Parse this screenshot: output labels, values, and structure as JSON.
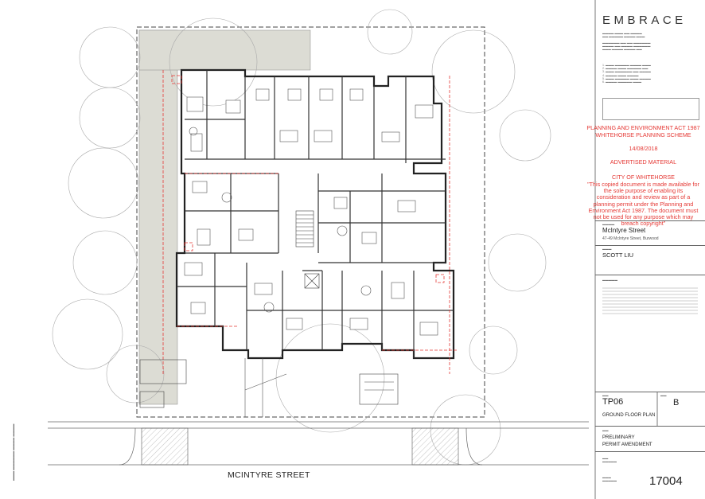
{
  "logo": "EMBRACE",
  "street_label": "MCINTYRE STREET",
  "notice": {
    "act": "PLANNING AND ENVIRONMENT ACT 1987",
    "scheme": "WHITEHORSE PLANNING SCHEME",
    "date": "14/08/2018",
    "advertised": "ADVERTISED MATERIAL",
    "city": "CITY OF WHITEHORSE",
    "statement": "\"This copied document is made available for the sole purpose of enabling its consideration and review as part of a planning permit under the Planning and Environment Act 1987. The document must not be used for any purpose which may breach copyright\""
  },
  "project": {
    "name": "McIntyre Street",
    "address": "47-49 McIntyre Street, Burwood",
    "client": "SCOTT LIU"
  },
  "drawing": {
    "number": "TP06",
    "revision": "B",
    "title": "GROUND FLOOR PLAN",
    "status_line1": "PRELIMINARY",
    "status_line2": "PERMIT AMENDMENT",
    "job_number": "17004"
  },
  "colors": {
    "notice_red": "#e53935",
    "hatch_green": "#dcdcd4",
    "line": "#333333"
  }
}
